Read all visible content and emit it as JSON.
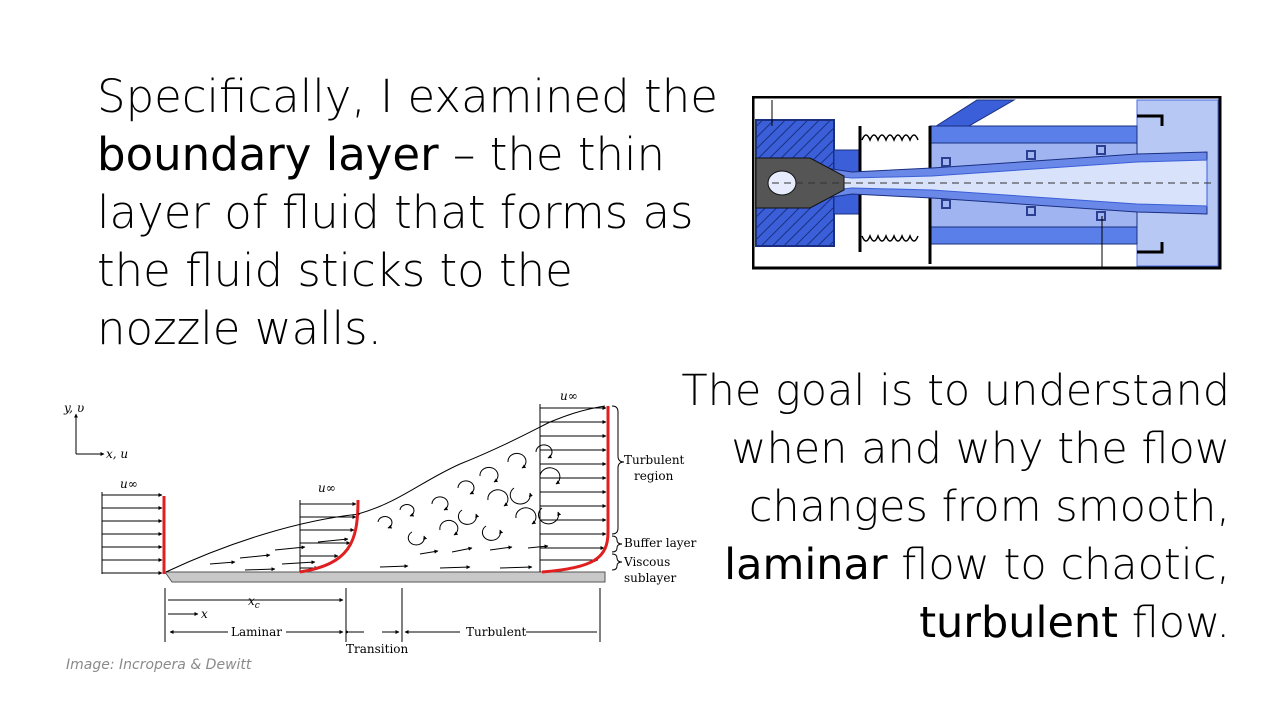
{
  "text_left": {
    "p1": "Specifically, I examined the ",
    "bold": "boundary layer",
    "p2": " – the thin layer of fluid that forms as the fluid sticks to the nozzle walls."
  },
  "text_right": {
    "p1": "The goal is to understand when and why the flow changes from smooth, ",
    "bold1": "laminar",
    "p2": " flow to chaotic, ",
    "bold2": "turbulent",
    "p3": " flow."
  },
  "diagram": {
    "axis_y": "y, υ",
    "axis_x": "x, u",
    "u_inf": "u∞",
    "x_c": "x",
    "x_c_sub": "c",
    "x": "x",
    "turbulent_region": [
      "Turbulent",
      "region"
    ],
    "buffer_layer": "Buffer layer",
    "viscous_sublayer": [
      "Viscous",
      "sublayer"
    ],
    "laminar": "Laminar",
    "transition": "Transition",
    "turbulent": "Turbulent"
  },
  "credit": "Image: Incropera & Dewitt",
  "colors": {
    "velocity_profile": "#e02020",
    "nozzle_blue": "#3a5fd8",
    "nozzle_light": "#b8c8f4"
  }
}
